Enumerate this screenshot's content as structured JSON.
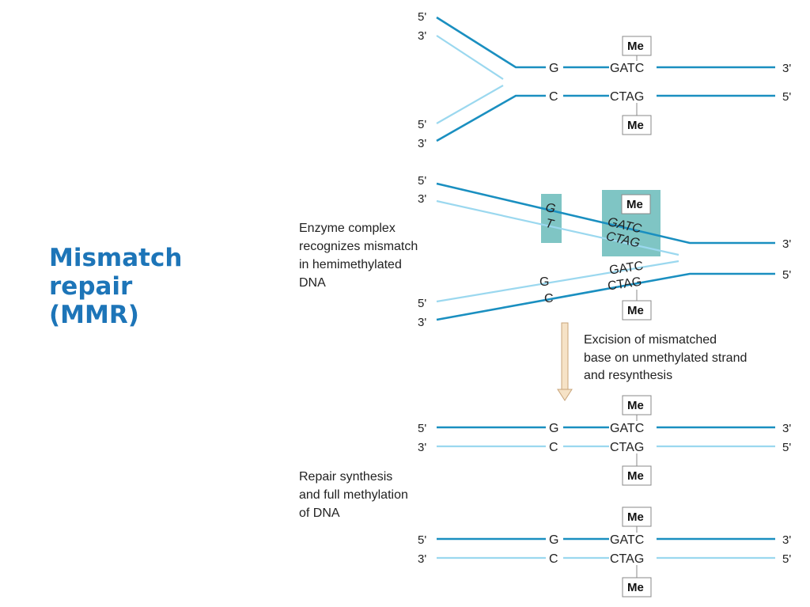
{
  "title": {
    "line1": "Mismatch",
    "line2": "repair",
    "line3": "(MMR)"
  },
  "labels": {
    "five_prime": "5'",
    "three_prime": "3'",
    "me": "Me",
    "g": "G",
    "c": "C",
    "t": "T",
    "gatc": "GATC",
    "ctag": "CTAG"
  },
  "notes": {
    "recognize": [
      "Enzyme complex",
      "recognizes mismatch",
      "in hemimethylated",
      "DNA"
    ],
    "excision": [
      "Excision of mismatched",
      "base on unmethylated strand",
      "and resynthesis"
    ],
    "repair": [
      "Repair synthesis",
      "and full methylation",
      "of DNA"
    ]
  },
  "colors": {
    "title": "#1d75b8",
    "parent_strand": "#1a8fc0",
    "daughter_strand": "#9bd8ef",
    "enzyme_complex": "#7fc5c4",
    "arrow": "#f6e2c6"
  }
}
